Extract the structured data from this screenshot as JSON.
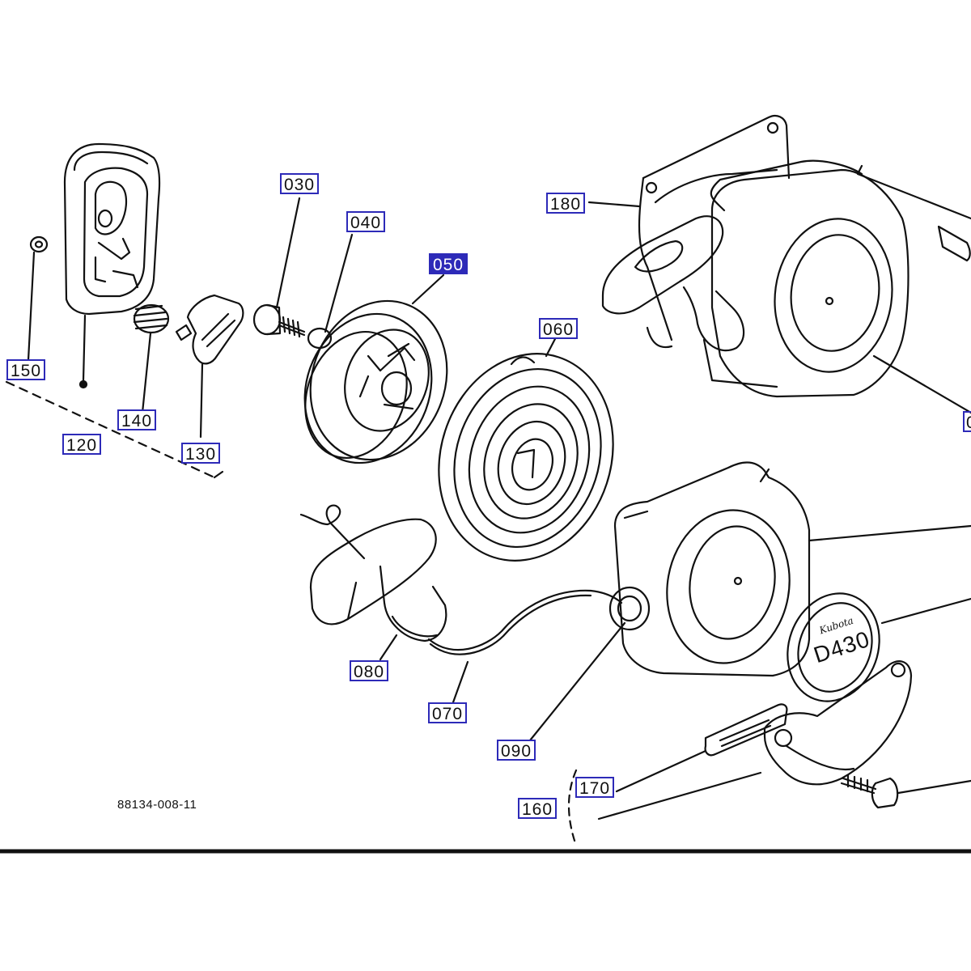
{
  "diagram": {
    "reference_number": "88134-008-11",
    "selected_part": "050",
    "callouts": {
      "p030": "030",
      "p040": "040",
      "p050": "050",
      "p060": "060",
      "p070": "070",
      "p080": "080",
      "p090": "090",
      "p120": "120",
      "p130": "130",
      "p140": "140",
      "p150": "150",
      "p160": "160",
      "p170": "170",
      "p180": "180",
      "p_cut": "0"
    },
    "emblem": {
      "brand": "Kubota",
      "model": "D430"
    },
    "colors": {
      "callout_border": "#2d2ab8",
      "selected_fill": "#2d2ab8",
      "line": "#111111"
    }
  }
}
